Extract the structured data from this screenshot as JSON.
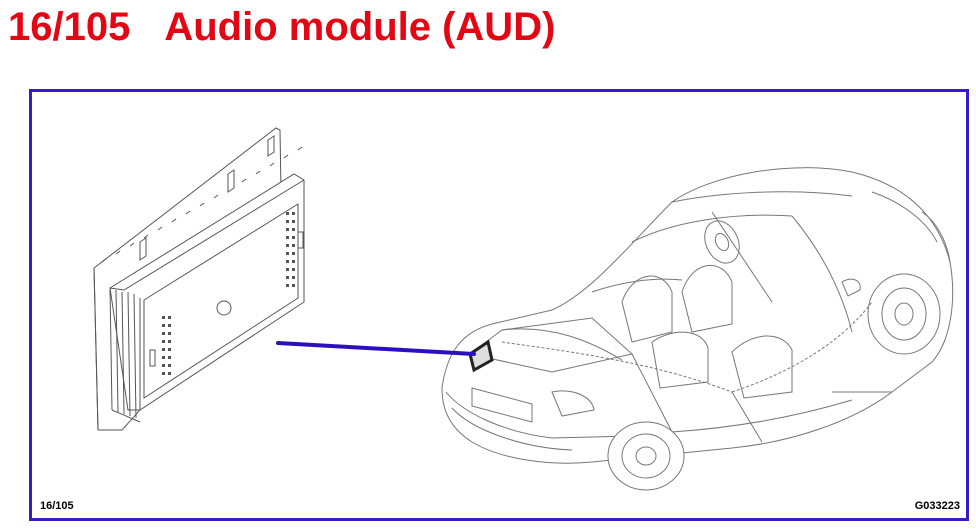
{
  "header": {
    "code": "16/105",
    "title": "Audio module (AUD)"
  },
  "figure": {
    "page_ref": "16/105",
    "figure_id": "G033223"
  },
  "colors": {
    "title": "#e30613",
    "frame": "#3b18c8",
    "pointer": "#2a10c0",
    "lines": "#555555"
  },
  "icons": {
    "module": "audio-module-illustration",
    "car": "convertible-car-illustration"
  }
}
